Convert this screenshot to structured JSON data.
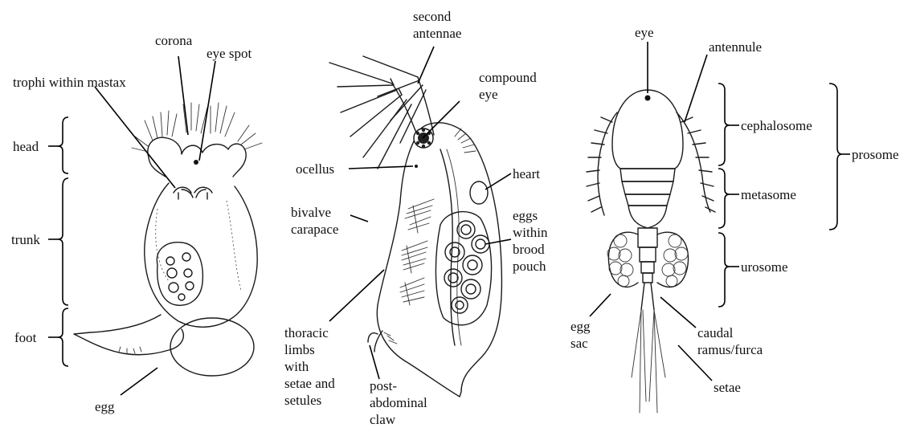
{
  "rotifer": {
    "labels": {
      "corona": "corona",
      "eye_spot": "eye spot",
      "trophi": "trophi within mastax",
      "head": "head",
      "trunk": "trunk",
      "foot": "foot",
      "egg": "egg"
    }
  },
  "cladoceran": {
    "labels": {
      "second_antennae": "second\nantennae",
      "compound_eye": "compound\neye",
      "ocellus": "ocellus",
      "heart": "heart",
      "bivalve_carapace": "bivalve\ncarapace",
      "eggs_brood": "eggs\nwithin\nbrood\npouch",
      "thoracic_limbs": "thoracic\nlimbs\nwith\nsetae and\nsetules",
      "post_abdominal_claw": "post-\nabdominal\nclaw"
    }
  },
  "copepod": {
    "labels": {
      "eye": "eye",
      "antennule": "antennule",
      "cephalosome": "cephalosome",
      "metasome": "metasome",
      "urosome": "urosome",
      "prosome": "prosome",
      "egg_sac": "egg\nsac",
      "caudal_ramus": "caudal\nramus/furca",
      "setae": "setae"
    }
  }
}
